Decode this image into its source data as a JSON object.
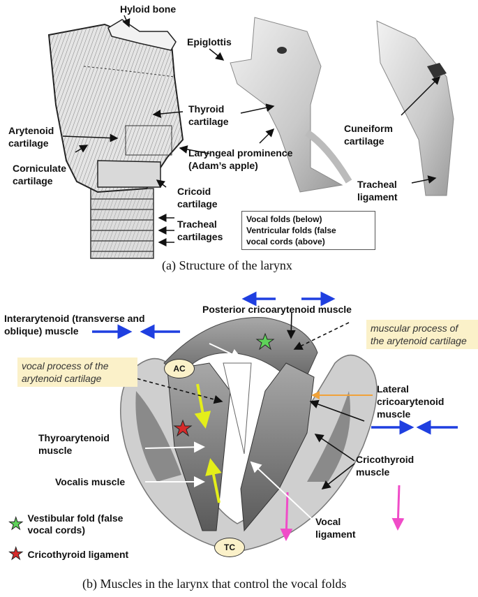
{
  "figure_a": {
    "caption": "(a) Structure of the larynx",
    "labels": {
      "hyoid_bone": "Hyloid bone",
      "epiglottis": "Epiglottis",
      "thyroid_cartilage": "Thyroid cartilage",
      "arytenoid_cartilage": "Arytenoid cartilage",
      "corniculate_cartilage": "Corniculate cartilage",
      "laryngeal_prominence": "Laryngeal prominence (Adam’s apple)",
      "cricoid_cartilage": "Cricoid cartilage",
      "tracheal_cartilages": "Tracheal cartilages",
      "cuneiform_cartilage": "Cuneiform cartilage",
      "tracheal_ligament": "Tracheal ligament"
    },
    "vocal_box": {
      "line1": "Vocal folds (below)",
      "line2": "Ventricular folds (false",
      "line3": "vocal cords (above)"
    }
  },
  "figure_b": {
    "caption": "(b) Muscles in the larynx that control the vocal folds",
    "labels": {
      "posterior_cricoarytenoid": "Posterior cricoarytenoid muscle",
      "interarytenoid": "Interarytenoid (transverse and oblique) muscle",
      "muscular_process": "muscular process of the arytenoid cartilage",
      "vocal_process": "vocal process of the arytenoid cartilage",
      "lateral_cricoarytenoid": "Lateral cricoarytenoid muscle",
      "thyroarytenoid": "Thyroarytenoid muscle",
      "cricothyroid": "Cricothyroid muscle",
      "vocalis": "Vocalis muscle",
      "vocal_ligament": "Vocal ligament",
      "ac": "AC",
      "tc": "TC"
    },
    "legend": [
      {
        "label": "Vestibular fold (false vocal cords)",
        "color": "#5fd35a"
      },
      {
        "label": "Cricothyroid ligament",
        "color": "#d62a2a"
      }
    ]
  },
  "colors": {
    "arrow_blue": "#1f3fe0",
    "arrow_yellow": "#e4ee1a",
    "arrow_magenta": "#f04cc8",
    "arrow_orange": "#f0a23a",
    "note_bg": "#fbf1c9"
  }
}
